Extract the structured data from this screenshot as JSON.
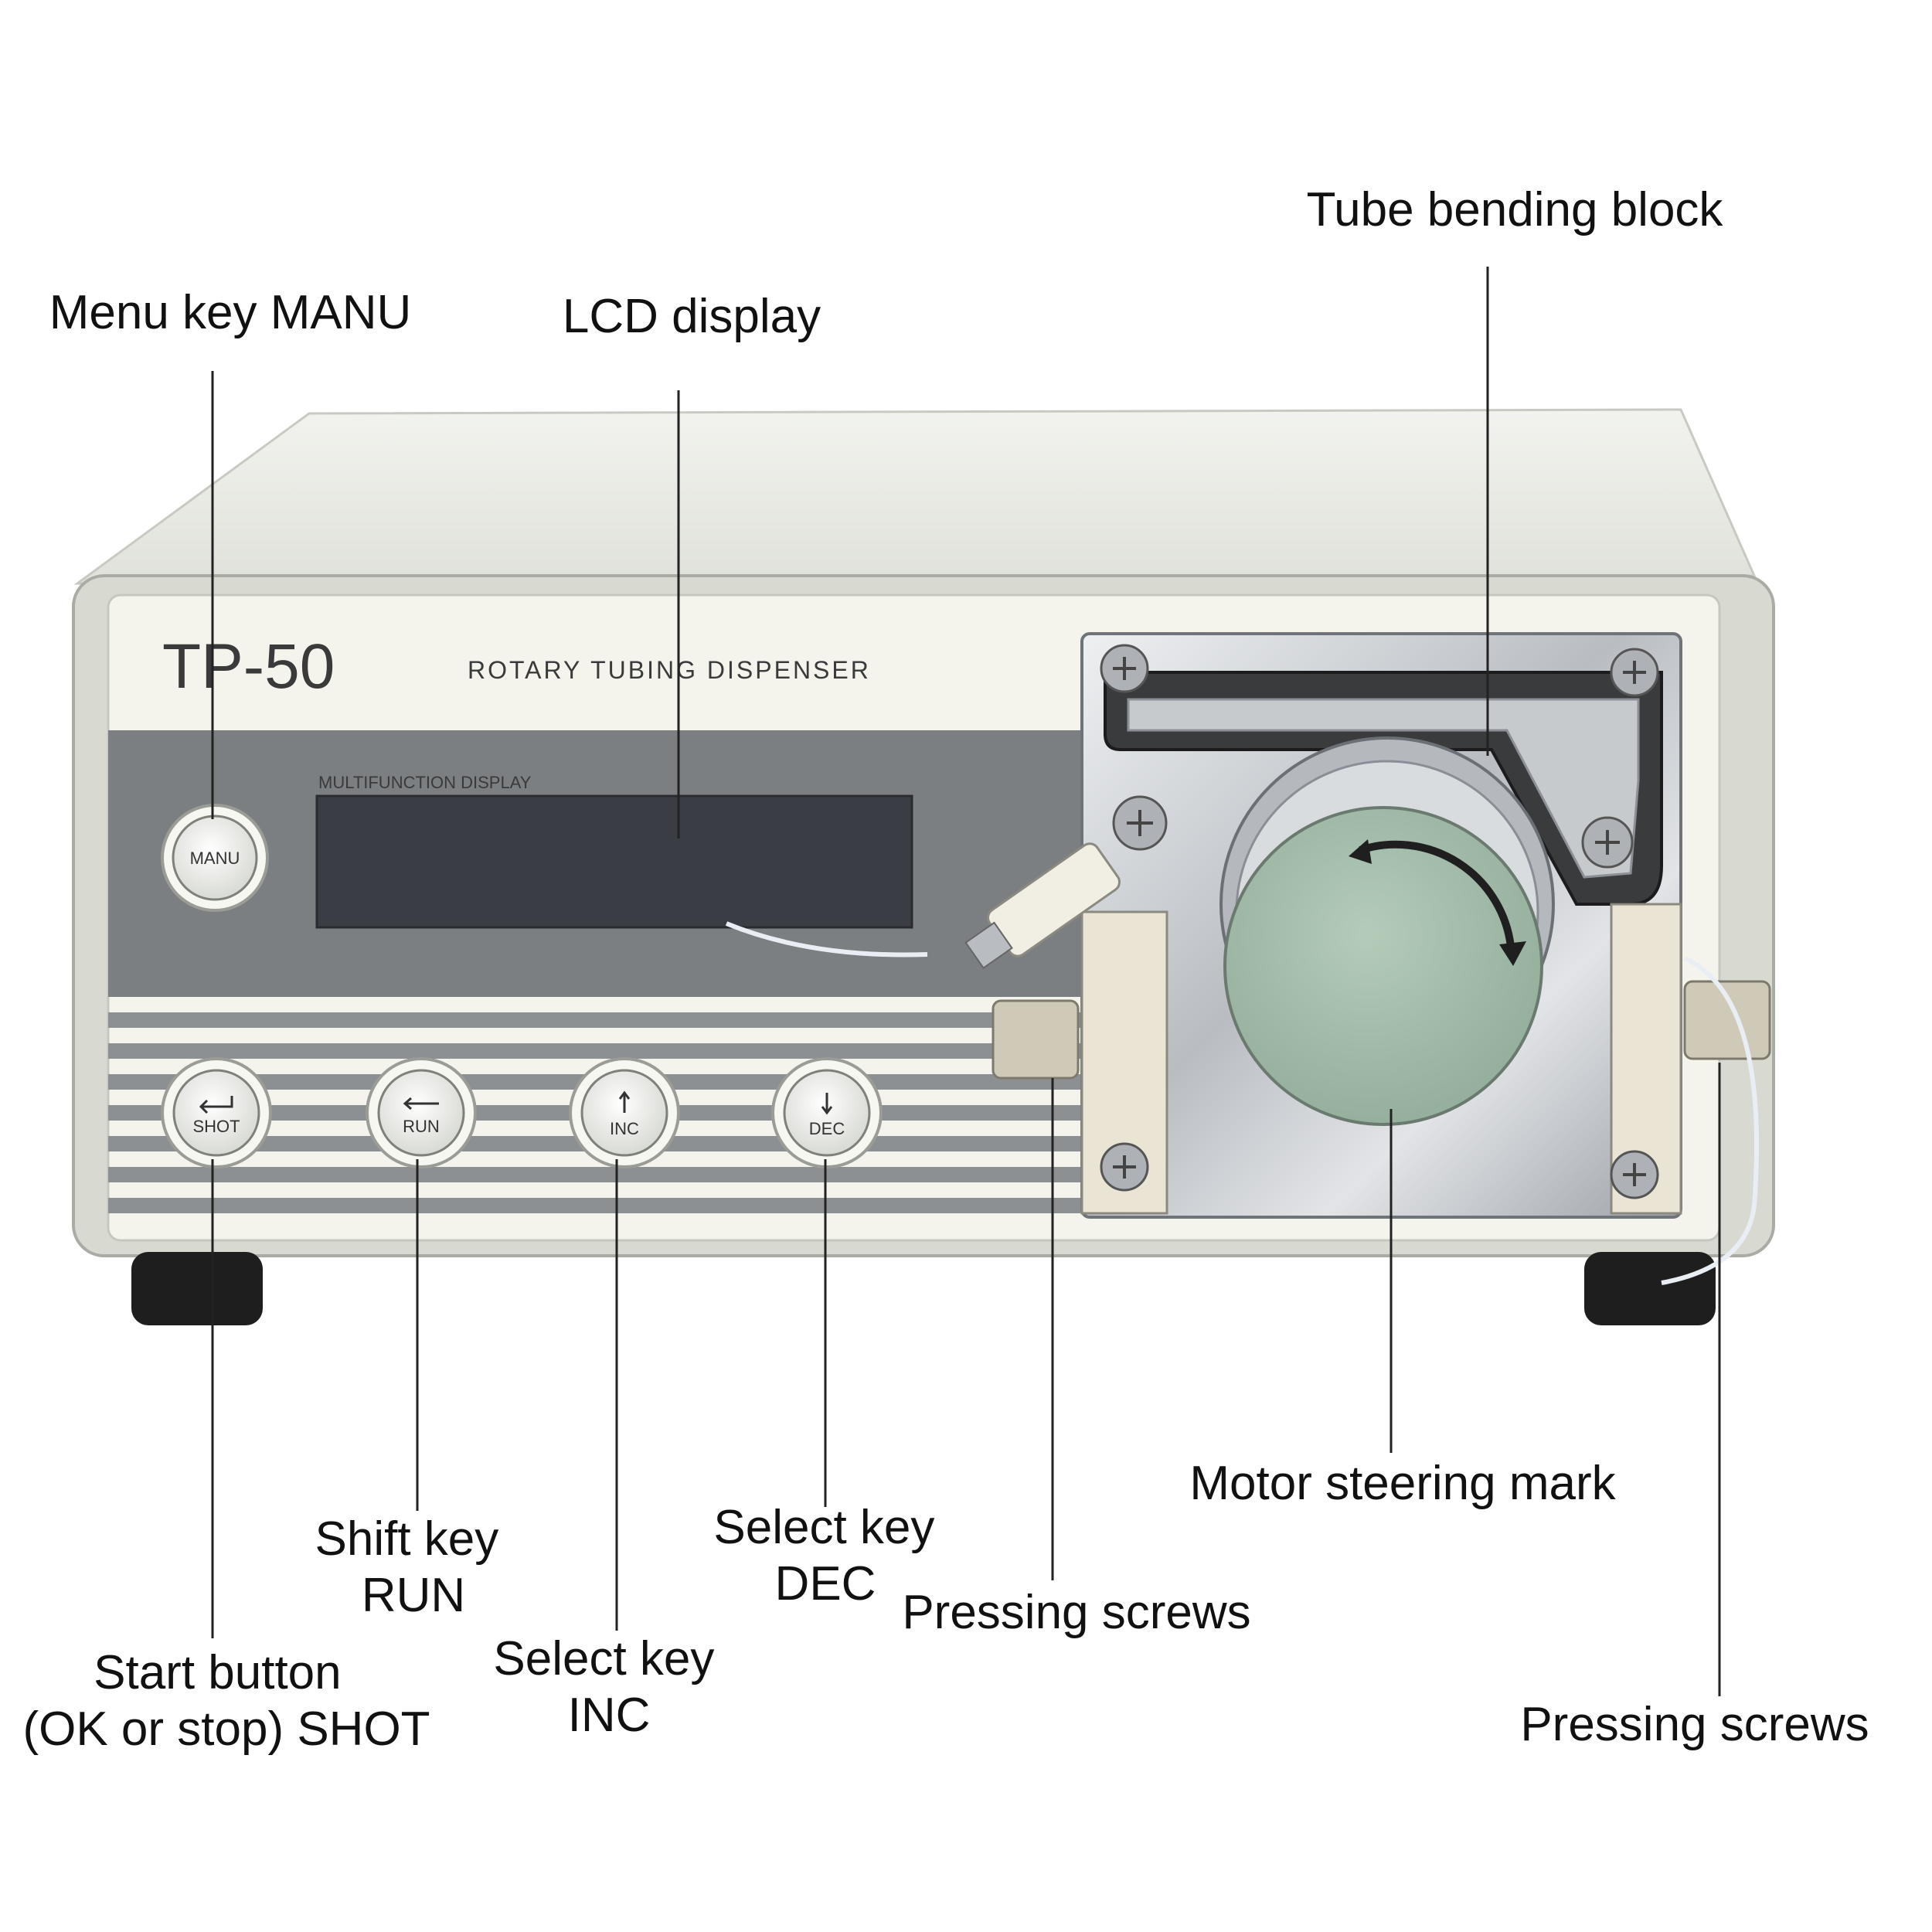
{
  "device": {
    "model": "TP-50",
    "subtitle": "ROTARY TUBING DISPENSER",
    "display_caption": "MULTIFUNCTION DISPLAY",
    "keys": {
      "manu": "MANU",
      "shot": "SHOT",
      "run": "RUN",
      "inc": "INC",
      "dec": "DEC"
    }
  },
  "callouts": {
    "menu_key": "Menu key MANU",
    "lcd_display": "LCD display",
    "tube_bending_block": "Tube bending block",
    "motor_steering_mark": "Motor steering mark",
    "shift_key": [
      "Shift key",
      "RUN"
    ],
    "select_key_dec": [
      "Select key",
      "DEC"
    ],
    "pressing_screws_left": "Pressing screws",
    "start_button": [
      "Start button",
      "(OK or stop) SHOT"
    ],
    "select_key_inc": [
      "Select key",
      "INC"
    ],
    "pressing_screws_right": "Pressing screws"
  },
  "colors": {
    "housing": "#e9ebe2",
    "panel": "#f4f4ec",
    "dark_band": "#7c7f82",
    "lcd": "#3b3d44",
    "dial": "#9fb8a6",
    "chrome": "#c9ccd0"
  }
}
